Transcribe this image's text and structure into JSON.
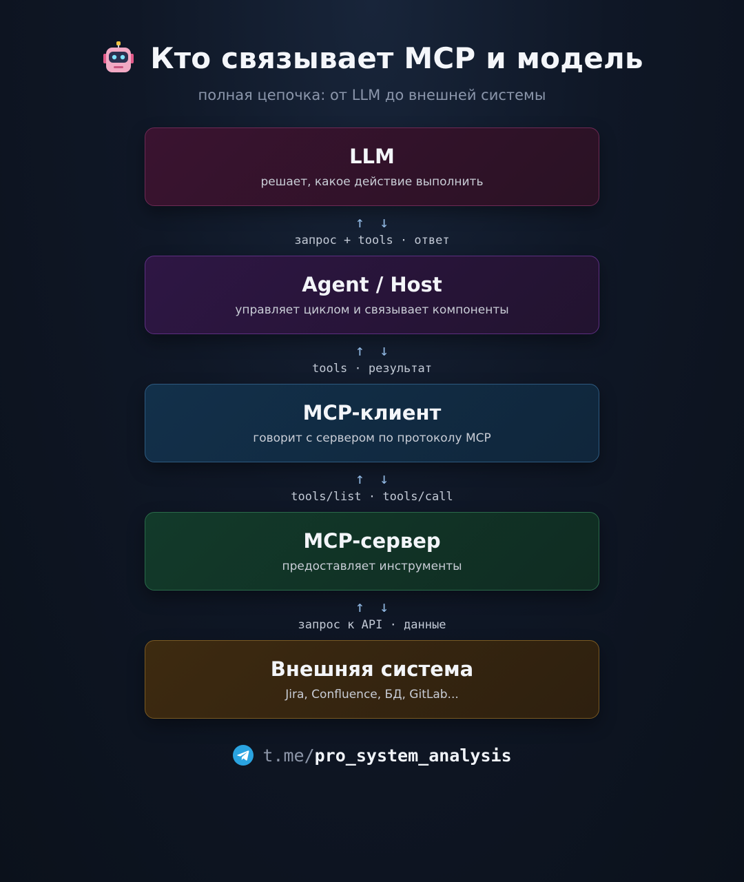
{
  "title": "Кто связывает MCP и модель",
  "subtitle": "полная цепочка: от LLM до внешней системы",
  "icons": {
    "header": "robot-icon",
    "footer": "telegram-icon"
  },
  "arrows": {
    "up": "↑",
    "down": "↓"
  },
  "boxes": [
    {
      "title": "LLM",
      "subtitle": "решает, какое действие выполнить",
      "color": "#e0347a"
    },
    {
      "title": "Agent / Host",
      "subtitle": "управляет циклом и связывает компоненты",
      "color": "#a845d8"
    },
    {
      "title": "MCP-клиент",
      "subtitle": "говорит с сервером по протоколу MCP",
      "color": "#3a86c8"
    },
    {
      "title": "MCP-сервер",
      "subtitle": "предоставляет инструменты",
      "color": "#2fa86a"
    },
    {
      "title": "Внешняя система",
      "subtitle": "Jira, Confluence, БД, GitLab...",
      "color": "#d99a2a"
    }
  ],
  "connectors": [
    "запрос + tools · ответ",
    "tools · результат",
    "tools/list · tools/call",
    "запрос к API · данные"
  ],
  "footer": {
    "prefix": "t.me/",
    "handle": "pro_system_analysis"
  }
}
